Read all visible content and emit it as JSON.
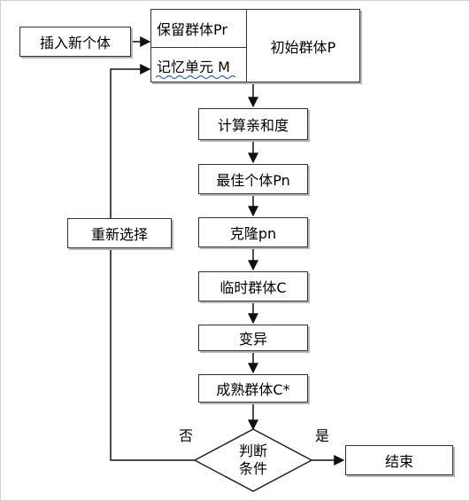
{
  "nodes": {
    "insert": "插入新个体",
    "retained": "保留群体Pr",
    "memory": "记忆单元 M",
    "initial": "初始群体P",
    "affinity": "计算亲和度",
    "best": "最佳个体Pn",
    "clone": "克隆pn",
    "temp": "临时群体C",
    "mutate": "变异",
    "mature": "成熟群体C*",
    "reselect": "重新选择",
    "decision_line1": "判断",
    "decision_line2": "条件",
    "end": "结束"
  },
  "edge_labels": {
    "no": "否",
    "yes": "是"
  }
}
